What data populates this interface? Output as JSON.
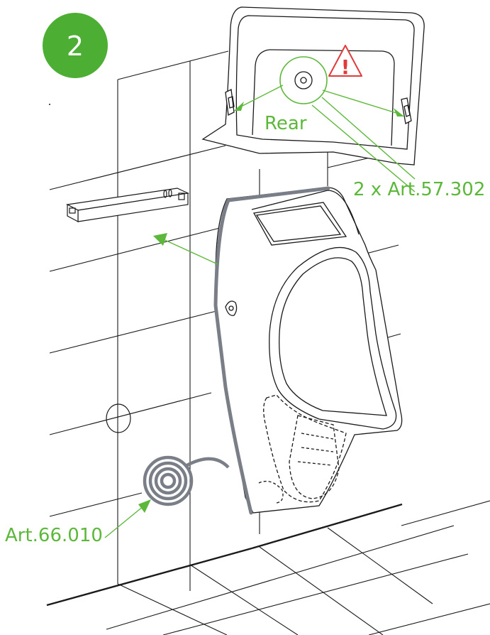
{
  "step": {
    "number": "2",
    "badge_color": "#4caf33"
  },
  "labels": {
    "rear": "Rear",
    "bracket_screws": "2 x Art.57.302",
    "hose": "Art.66.010",
    "warning_glyph": "!"
  },
  "colors": {
    "accent": "#5cb83a",
    "warning": "#e03a3a",
    "line": "#1a1a1a",
    "hose": "#7a7f87"
  },
  "icons": {
    "warning": "warning-triangle-icon"
  }
}
